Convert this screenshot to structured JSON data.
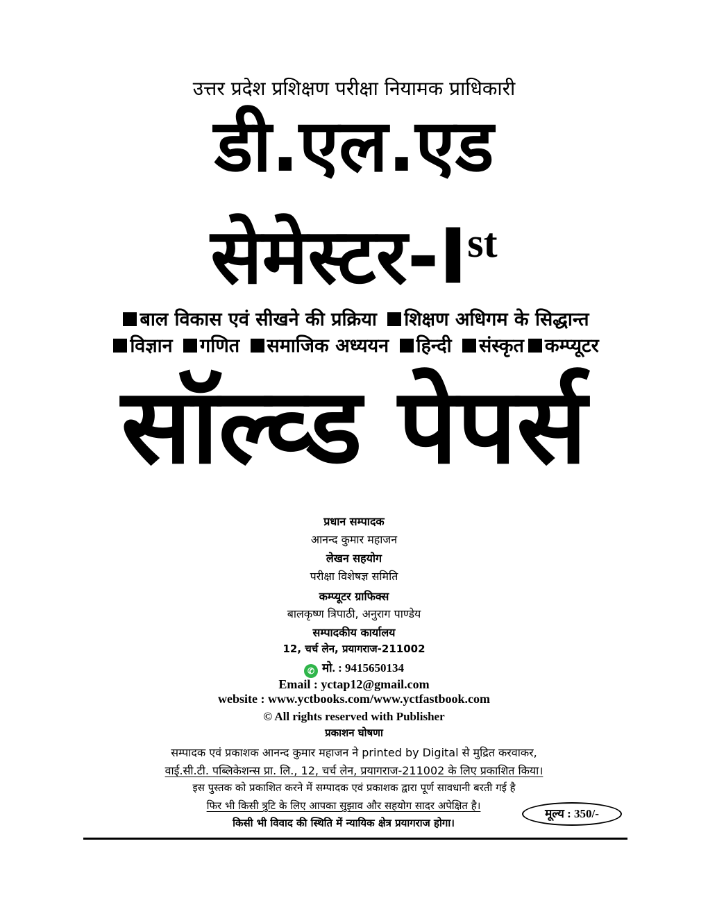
{
  "header": {
    "authority": "उत्तर प्रदेश प्रशिक्षण परीक्षा नियामक प्राधिकारी",
    "course": "डी.एल.एड",
    "semester": "सेमेस्टर-I",
    "semester_sup": "st"
  },
  "subjects": {
    "line1": [
      "बाल विकास एवं सीखने की प्रक्रिया",
      "शिक्षण अधिगम के सिद्धान्त"
    ],
    "line2": [
      "विज्ञान",
      "गणित",
      "समाजिक अध्ययन",
      "हिन्दी",
      "संस्कृत",
      "कम्प्यूटर"
    ]
  },
  "title": "सॉल्व्ड पेपर्स",
  "credits": {
    "chief_editor_label": "प्रधान सम्पादक",
    "chief_editor": "आनन्द कुमार महाजन",
    "writing_label": "लेखन सहयोग",
    "writing": "परीक्षा विशेषज्ञ समिति",
    "graphics_label": "कम्प्यूटर ग्राफिक्स",
    "graphics": "बालकृष्ण त्रिपाठी, अनुराग पाण्डेय",
    "office_label": "सम्पादकीय कार्यालय",
    "office_address": "12, चर्च लेन, प्रयागराज-211002",
    "phone": "मो. : 9415650134",
    "email": "Email : yctap12@gmail.com",
    "website": "website : www.yctbooks.com/www.yctfastbook.com",
    "rights": "© All rights reserved with Publisher"
  },
  "declaration": {
    "label": "प्रकाशन घोषणा",
    "lines": [
      "सम्पादक एवं प्रकाशक आनन्द कुमार महाजन ने printed by Digital से मुद्रित करवाकर,",
      "वाई.सी.टी. पब्लिकेशन्स प्रा. लि., 12, चर्च लेन, प्रयागराज-211002 के लिए प्रकाशित किया।",
      "इस पुस्तक को प्रकाशित करने में सम्पादक एवं प्रकाशक द्वारा पूर्ण सावधानी बरती गई है",
      "फिर भी किसी त्रुटि के लिए आपका सुझाव और सहयोग सादर अपेक्षित है।",
      "किसी भी विवाद की स्थिति में न्यायिक क्षेत्र प्रयागराज होगा।"
    ]
  },
  "price": "मूल्य : 350/-"
}
